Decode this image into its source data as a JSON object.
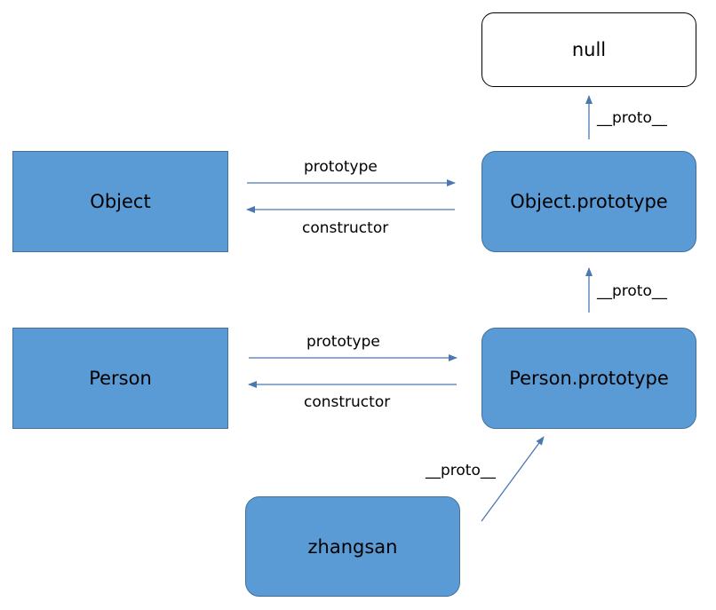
{
  "nodes": {
    "null_node": "null",
    "object": "Object",
    "object_prototype": "Object.prototype",
    "person": "Person",
    "person_prototype": "Person.prototype",
    "zhangsan": "zhangsan"
  },
  "edges": {
    "object_prototype_label": "prototype",
    "object_constructor_label": "constructor",
    "object_proto_proto_label": "__proto__",
    "person_prototype_label": "prototype",
    "person_constructor_label": "constructor",
    "person_proto_proto_label": "__proto__",
    "zhangsan_proto_label": "__proto__"
  },
  "colors": {
    "node_fill": "#5b9bd5",
    "node_border": "#41719c",
    "arrow": "#4a78b0"
  }
}
